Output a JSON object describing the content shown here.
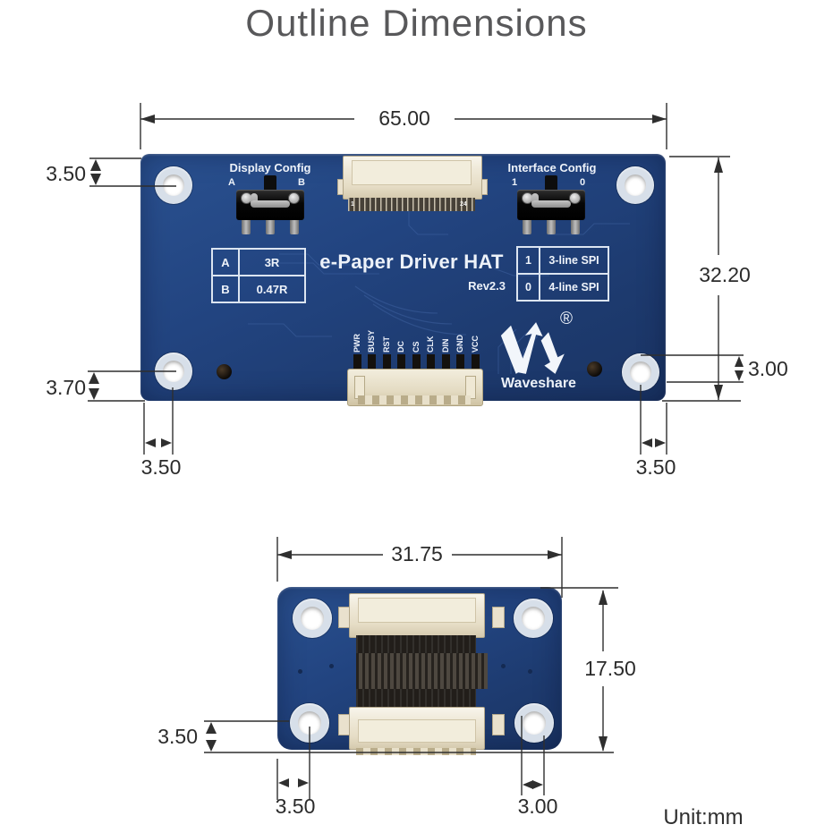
{
  "title": "Outline Dimensions",
  "unit_label": "Unit:mm",
  "colors": {
    "pcb_blue": "#21417a",
    "connector_cream": "#ece4d0",
    "silkscreen_white": "#edf2f9",
    "dimension_ink": "#2f2f2f",
    "title_gray": "#58585a"
  },
  "main_board": {
    "labels": {
      "display_config": "Display Config",
      "display_a": "A",
      "display_b": "B",
      "interface_config": "Interface Config",
      "interface_1": "1",
      "interface_0": "0",
      "product": "e-Paper Driver HAT",
      "revision": "Rev2.3",
      "pin_first": "1",
      "pin_last": "24",
      "brand": "Waveshare",
      "registered": "®"
    },
    "display_table": {
      "r0c0": "A",
      "r0c1": "3R",
      "r1c0": "B",
      "r1c1": "0.47R"
    },
    "interface_table": {
      "r0c0": "1",
      "r0c1": "3-line SPI",
      "r1c0": "0",
      "r1c1": "4-line SPI"
    },
    "pins": [
      "PWR",
      "BUSY",
      "RST",
      "DC",
      "CS",
      "CLK",
      "DIN",
      "GND",
      "VCC"
    ],
    "dims": {
      "width": "65.00",
      "height": "32.20",
      "hole_top_left": "3.50",
      "hole_bottom_left_v": "3.70",
      "hole_bottom_left_h": "3.50",
      "hole_right_v": "3.00",
      "hole_bottom_right_h": "3.50"
    }
  },
  "adapter_board": {
    "dims": {
      "width": "31.75",
      "height": "17.50",
      "hole_left_v": "3.50",
      "hole_bottom_left_h": "3.50",
      "hole_bottom_right_h": "3.00"
    }
  }
}
